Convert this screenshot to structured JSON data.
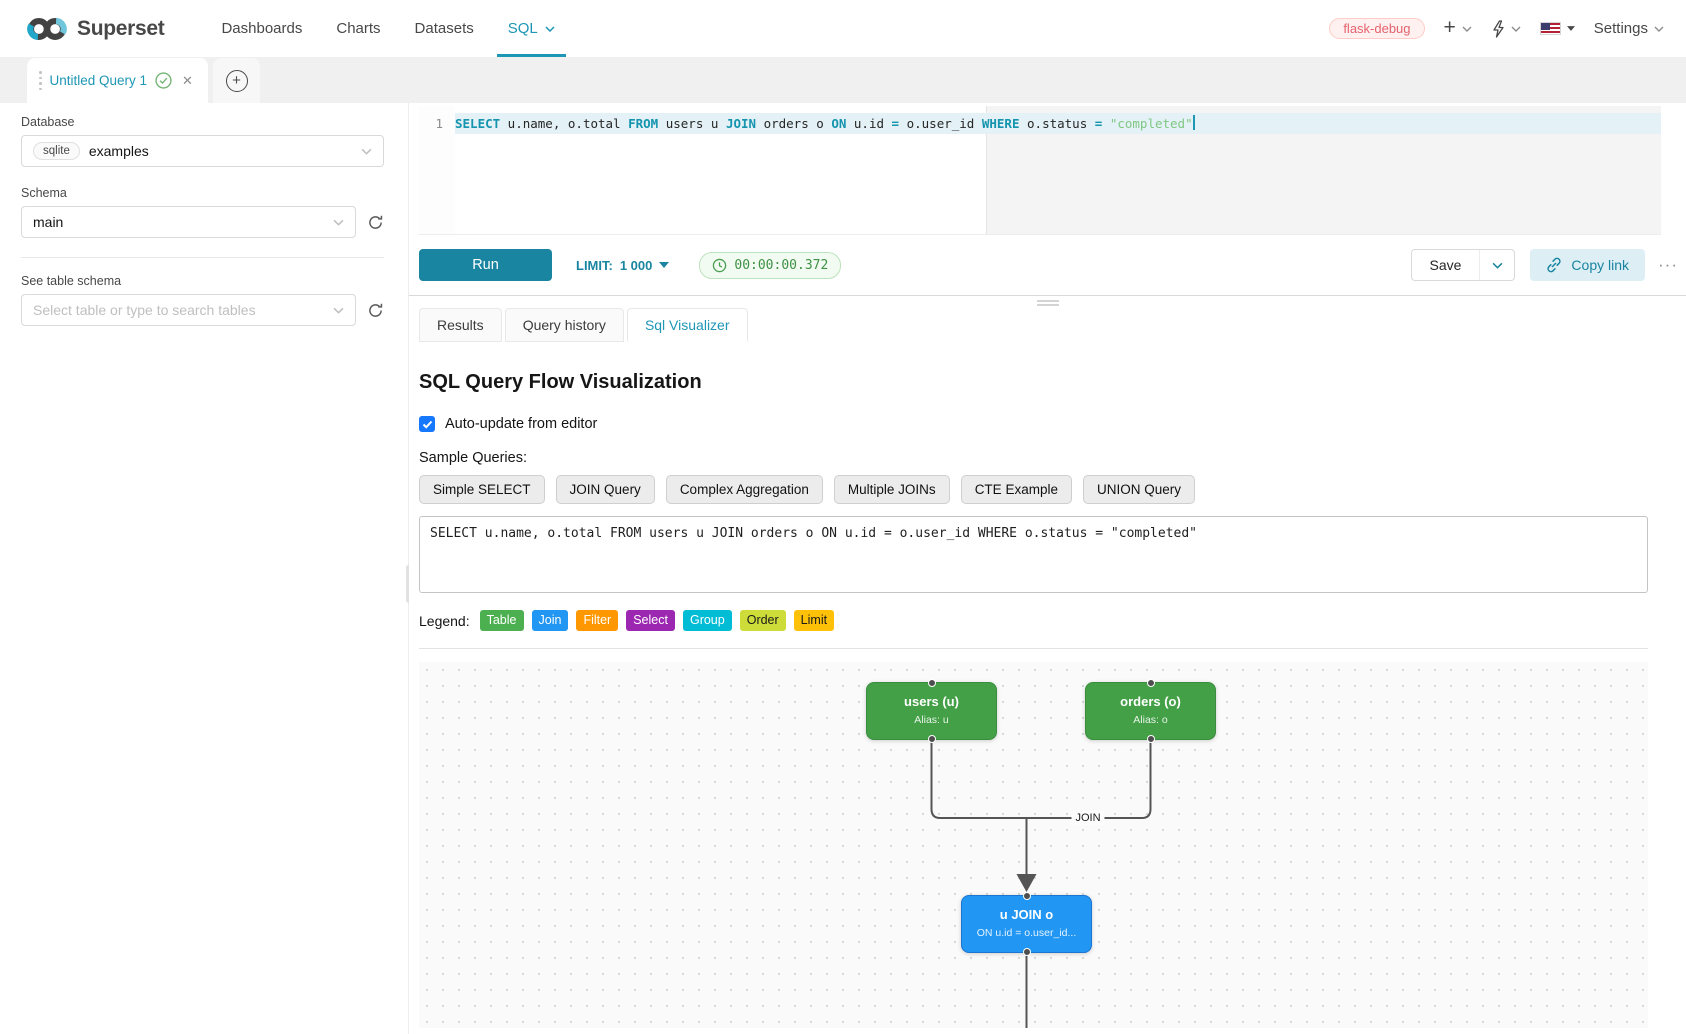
{
  "nav": {
    "brand": "Superset",
    "items": [
      {
        "label": "Dashboards",
        "active": false,
        "caret": false
      },
      {
        "label": "Charts",
        "active": false,
        "caret": false
      },
      {
        "label": "Datasets",
        "active": false,
        "caret": false
      },
      {
        "label": "SQL",
        "active": true,
        "caret": true
      }
    ],
    "environment_tag": "flask-debug",
    "settings_label": "Settings",
    "accent_color": "#1e96b5"
  },
  "query_tab": {
    "title": "Untitled Query 1",
    "close_glyph": "✕"
  },
  "sidebar": {
    "database_label": "Database",
    "database_engine": "sqlite",
    "database_value": "examples",
    "schema_label": "Schema",
    "schema_value": "main",
    "table_label": "See table schema",
    "table_placeholder": "Select table or type to search tables"
  },
  "editor": {
    "line_number": "1",
    "tokens": [
      {
        "text": "SELECT",
        "type": "kw"
      },
      {
        "text": " u.name, o.total ",
        "type": "plain"
      },
      {
        "text": "FROM",
        "type": "kw"
      },
      {
        "text": " users u ",
        "type": "plain"
      },
      {
        "text": "JOIN",
        "type": "kw"
      },
      {
        "text": " orders o ",
        "type": "plain"
      },
      {
        "text": "ON",
        "type": "kw"
      },
      {
        "text": " u.id ",
        "type": "plain"
      },
      {
        "text": "=",
        "type": "kw"
      },
      {
        "text": " o.user_id ",
        "type": "plain"
      },
      {
        "text": "WHERE",
        "type": "kw"
      },
      {
        "text": " o.status ",
        "type": "plain"
      },
      {
        "text": "=",
        "type": "kw"
      },
      {
        "text": " ",
        "type": "plain"
      },
      {
        "text": "\"completed\"",
        "type": "str"
      }
    ]
  },
  "toolbar": {
    "run_label": "Run",
    "limit_label": "LIMIT:",
    "limit_value": "1 000",
    "timer_value": "00:00:00.372",
    "save_label": "Save",
    "copy_link_label": "Copy link",
    "more_label": "···",
    "run_color": "#1a85a0",
    "timer_color": "#3f9144"
  },
  "result_tabs": [
    {
      "label": "Results",
      "active": false
    },
    {
      "label": "Query history",
      "active": false
    },
    {
      "label": "Sql Visualizer",
      "active": true
    }
  ],
  "visualizer": {
    "title": "SQL Query Flow Visualization",
    "auto_update_label": "Auto-update from editor",
    "auto_update_checked": true,
    "samples_label": "Sample Queries:",
    "sample_buttons": [
      "Simple SELECT",
      "JOIN Query",
      "Complex Aggregation",
      "Multiple JOINs",
      "CTE Example",
      "UNION Query"
    ],
    "sql_text": "SELECT u.name, o.total FROM users u JOIN orders o ON u.id = o.user_id WHERE o.status = \"completed\"",
    "legend_label": "Legend:",
    "legend": [
      {
        "label": "Table",
        "color": "#4caf50",
        "text_color": "#ffffff"
      },
      {
        "label": "Join",
        "color": "#2196f3",
        "text_color": "#ffffff"
      },
      {
        "label": "Filter",
        "color": "#ff9800",
        "text_color": "#ffffff"
      },
      {
        "label": "Select",
        "color": "#9c27b0",
        "text_color": "#ffffff"
      },
      {
        "label": "Group",
        "color": "#00bcd4",
        "text_color": "#ffffff"
      },
      {
        "label": "Order",
        "color": "#cddc39",
        "text_color": "#1a1a1a"
      },
      {
        "label": "Limit",
        "color": "#ffc107",
        "text_color": "#1a1a1a"
      }
    ],
    "flow": {
      "nodes": [
        {
          "id": "users",
          "title": "users (u)",
          "subtitle": "Alias: u",
          "color": "#43a047",
          "border": "#388e3c"
        },
        {
          "id": "orders",
          "title": "orders (o)",
          "subtitle": "Alias: o",
          "color": "#43a047",
          "border": "#388e3c"
        },
        {
          "id": "join",
          "title": "u JOIN o",
          "subtitle": "ON u.id = o.user_id...",
          "color": "#2196f3",
          "border": "#1976d2"
        }
      ],
      "edge_label": "JOIN",
      "edge_color": "#555555"
    }
  }
}
